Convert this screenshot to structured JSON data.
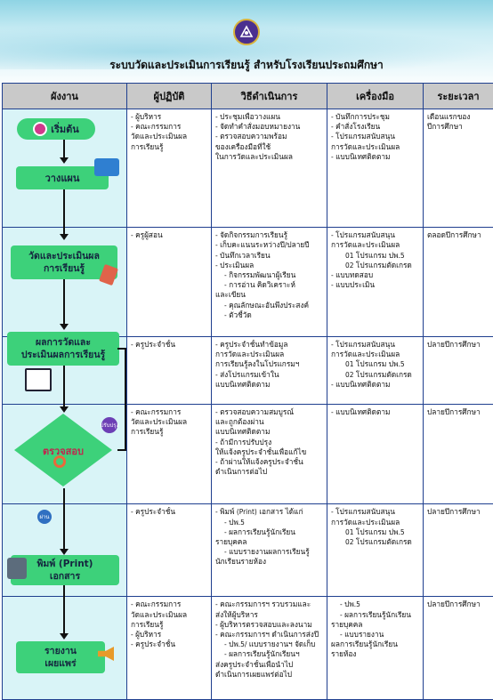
{
  "title": "ระบบวัดและประเมินการเรียนรู้ สำหรับโรงเรียนประถมศึกษา",
  "headers": [
    "ผังงาน",
    "ผู้ปฏิบัติ",
    "วิธีดำเนินการ",
    "เครื่องมือ",
    "ระยะเวลา"
  ],
  "flow": {
    "start": "เริ่มต้น",
    "plan": "วางแผน",
    "measure_1": "วัดและประเมินผล",
    "measure_2": "การเรียนรู้",
    "result_1": "ผลการวัดและ",
    "result_2": "ประเมินผลการเรียนรู้",
    "check": "ตรวจสอบ",
    "badge_fix": "ปรับปรุง",
    "badge_pass": "ผ่าน",
    "print_1": "พิมพ์ (Print)",
    "print_2": "เอกสาร",
    "report_1": "รายงาน",
    "report_2": "เผยแพร่"
  },
  "rows": [
    {
      "actor": [
        "- ผู้บริหาร",
        "- คณะกรรมการ",
        "วัดและประเมินผล",
        "การเรียนรู้"
      ],
      "method": [
        "- ประชุมเพื่อวางแผน",
        "- จัดทำคำสั่งมอบหมายงาน",
        "- ตรวจสอบความพร้อม",
        "ของเครื่องมือที่ใช้",
        "ในการวัดและประเมินผล"
      ],
      "tools": [
        "- บันทึกการประชุม",
        "- คำสั่งโรงเรียน",
        "- โปรแกรมสนับสนุน",
        "การวัดและประเมินผล",
        "- แบบนิเทศติดตาม"
      ],
      "time": [
        "เดือนแรกของ",
        "ปีการศึกษา"
      ]
    },
    {
      "actor": [
        "- ครูผู้สอน"
      ],
      "method": [
        "- จัดกิจกรรมการเรียนรู้",
        "- เก็บคะแนนระหว่างปี/ปลายปี",
        "- บันทึกเวลาเรียน",
        "- ประเมินผล",
        "- กิจกรรมพัฒนาผู้เรียน",
        "- การอ่าน คิดวิเคราะห์",
        "และเขียน",
        "- คุณลักษณะอันพึงประสงค์",
        "- ตัวชี้วัด"
      ],
      "tools": [
        "- โปรแกรมสนับสนุน",
        "การวัดและประเมินผล",
        "01 โปรแกรม ปพ.5",
        "02 โปรแกรมตัดเกรด",
        "- แบบทดสอบ",
        "- แบบประเมิน"
      ],
      "time": [
        "ตลอดปีการศึกษา"
      ]
    },
    {
      "actor": [
        "- ครูประจำชั้น"
      ],
      "method": [
        "- ครูประจำชั้นทำข้อมูล",
        "การวัดและประเมินผล",
        "การเรียนรู้ลงในโปรแกรมฯ",
        "- ส่งโปรแกรมเข้าใน",
        "แบบนิเทศติดตาม"
      ],
      "tools": [
        "- โปรแกรมสนับสนุน",
        "การวัดและประเมินผล",
        "01 โปรแกรม ปพ.5",
        "02 โปรแกรมตัดเกรด",
        "- แบบนิเทศติดตาม"
      ],
      "time": [
        "ปลายปีการศึกษา"
      ]
    },
    {
      "actor": [
        "- คณะกรรมการ",
        "วัดและประเมินผล",
        "การเรียนรู้"
      ],
      "method": [
        "- ตรวจสอบความสมบูรณ์",
        "และถูกต้องผ่าน",
        "แบบนิเทศติดตาม",
        "- ถ้ามีการปรับปรุง",
        "ให้แจ้งครูประจำชั้นเพื่อแก้ไข",
        "- ถ้าผ่านให้แจ้งครูประจำชั้น",
        "ดำเนินการต่อไป"
      ],
      "tools": [
        "- แบบนิเทศติดตาม"
      ],
      "time": [
        "ปลายปีการศึกษา"
      ]
    },
    {
      "actor": [
        "- ครูประจำชั้น"
      ],
      "method": [
        "- พิมพ์ (Print) เอกสาร ได้แก่",
        "- ปพ.5",
        "- ผลการเรียนรู้นักเรียน",
        "รายบุคคล",
        "- แบบรายงานผลการเรียนรู้",
        "นักเรียนรายห้อง"
      ],
      "tools": [
        "- โปรแกรมสนับสนุน",
        "การวัดและประเมินผล",
        "01 โปรแกรม ปพ.5",
        "02 โปรแกรมตัดเกรด"
      ],
      "time": [
        "ปลายปีการศึกษา"
      ]
    },
    {
      "actor": [
        "- คณะกรรมการ",
        "วัดและประเมินผล",
        "การเรียนรู้",
        "- ผู้บริหาร",
        "- ครูประจำชั้น"
      ],
      "method": [
        "- คณะกรรมการฯ รวบรวมและ",
        "ส่งให้ผู้บริหาร",
        "- ผู้บริหารตรวจสอบและลงนาม",
        "- คณะกรรมการฯ ดำเนินการส่งปี",
        "- ปพ.5/ แบบรายงานฯ จัดเก็บ",
        "- ผลการเรียนรู้นักเรียนฯ",
        "ส่งครูประจำชั้นเพื่อนำไป",
        "ดำเนินการเผยแพร่ต่อไป"
      ],
      "tools": [
        "- ปพ.5",
        "- ผลการเรียนรู้นักเรียน",
        "รายบุคคล",
        "- แบบรายงาน",
        "ผลการเรียนรู้นักเรียน",
        "รายห้อง"
      ],
      "time": [
        "ปลายปีการศึกษา"
      ]
    }
  ],
  "colors": {
    "header_bg": "#c9c9c9",
    "border": "#1f3f8f",
    "flow_bg": "#d9f4f7",
    "pill": "#3dd17a",
    "diamond": "#3dd17a",
    "badge": "#6c3fb5"
  }
}
